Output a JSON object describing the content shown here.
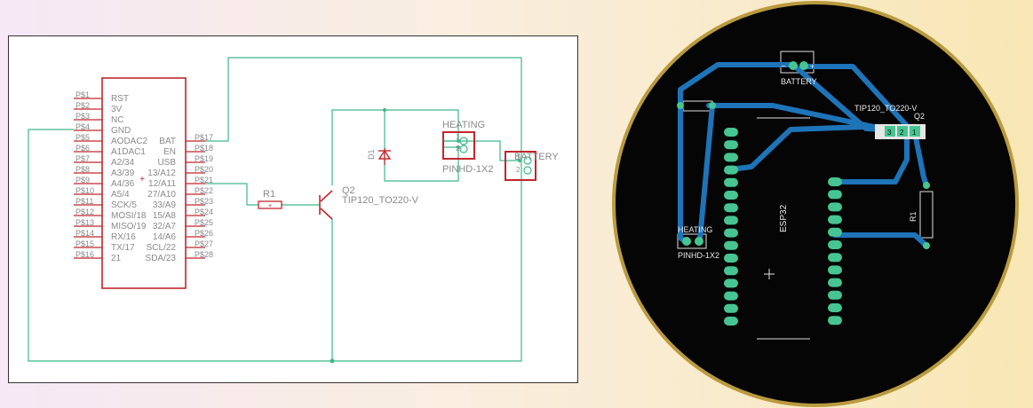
{
  "schematic": {
    "mcu_pins_left": [
      {
        "pin": "P$1",
        "label": "RST"
      },
      {
        "pin": "P$2",
        "label": "3V"
      },
      {
        "pin": "P$3",
        "label": "NC"
      },
      {
        "pin": "P$4",
        "label": "GND"
      },
      {
        "pin": "P$5",
        "label": "AODAC2"
      },
      {
        "pin": "P$6",
        "label": "A1DAC1"
      },
      {
        "pin": "P$7",
        "label": "A2/34"
      },
      {
        "pin": "P$8",
        "label": "A3/39"
      },
      {
        "pin": "P$9",
        "label": "A4/36"
      },
      {
        "pin": "P$10",
        "label": "A5/4"
      },
      {
        "pin": "P$11",
        "label": "SCK/5"
      },
      {
        "pin": "P$12",
        "label": "MOSI/18"
      },
      {
        "pin": "P$13",
        "label": "MISO/19"
      },
      {
        "pin": "P$14",
        "label": "RX/16"
      },
      {
        "pin": "P$15",
        "label": "TX/17"
      },
      {
        "pin": "P$16",
        "label": "21"
      }
    ],
    "mcu_pins_right": [
      {
        "pin": "P$17",
        "label": "BAT"
      },
      {
        "pin": "P$18",
        "label": "EN"
      },
      {
        "pin": "P$19",
        "label": "USB"
      },
      {
        "pin": "P$20",
        "label": "13/A12"
      },
      {
        "pin": "P$21",
        "label": "12/A11"
      },
      {
        "pin": "P$22",
        "label": "27/A10"
      },
      {
        "pin": "P$23",
        "label": "33/A9"
      },
      {
        "pin": "P$24",
        "label": "15/A8"
      },
      {
        "pin": "P$25",
        "label": "32/A7"
      },
      {
        "pin": "P$26",
        "label": "14/A6"
      },
      {
        "pin": "P$27",
        "label": "SCL/22"
      },
      {
        "pin": "P$28",
        "label": "SDA/23"
      }
    ],
    "r1_label": "R1",
    "q2_label": "Q2",
    "q2_value": "TIP120_TO220-V",
    "d1_label": "D1",
    "heating_label": "HEATING",
    "heating_value": "PINHD-1X2",
    "battery_label": "BATTERY",
    "pin1": "1",
    "pin2": "2"
  },
  "pcb": {
    "battery_label": "BATTERY",
    "battery_minus": "−",
    "battery_plus": "+",
    "q2_value": "TIP120_TO220-V",
    "q2_label": "Q2",
    "q2_pin3": "3",
    "q2_pin2": "2",
    "q2_pin1": "1",
    "esp32_label": "ESP32",
    "r1_label": "R1",
    "heating_label": "HEATING",
    "heating_value": "PINHD-1X2"
  },
  "colors": {
    "schematic_part": "#c0272d",
    "schematic_wire": "#3db88a",
    "pcb_board": "#050505",
    "pcb_rim": "#b99a3e",
    "pcb_trace": "#1e74b8",
    "pcb_pad": "#46c593"
  }
}
